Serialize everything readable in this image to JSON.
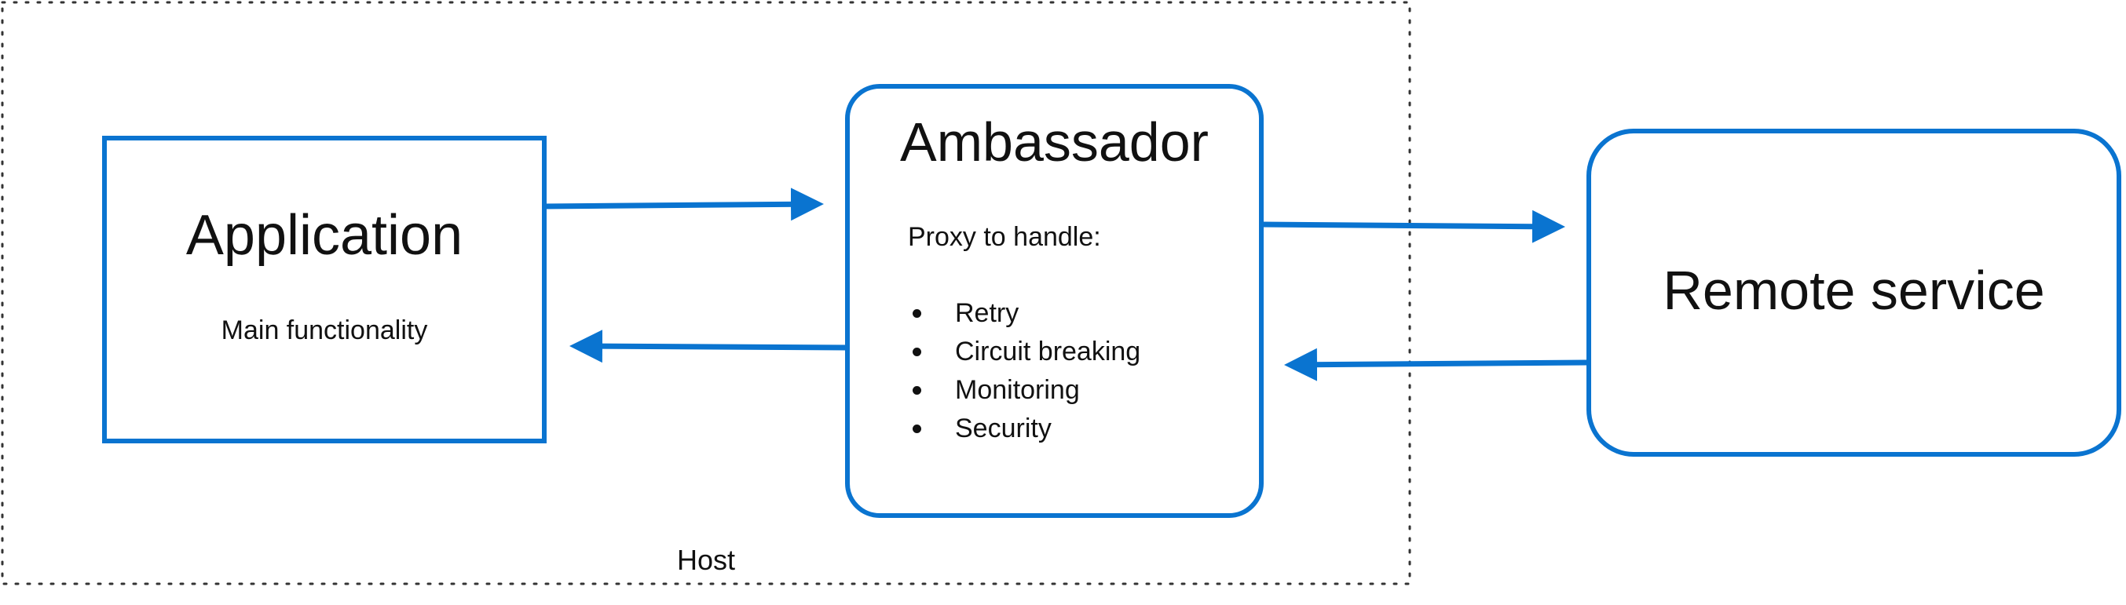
{
  "diagram": {
    "host": {
      "label": "Host"
    },
    "application": {
      "title": "Application",
      "subtitle": "Main functionality"
    },
    "ambassador": {
      "title": "Ambassador",
      "intro": "Proxy to handle:",
      "items": [
        "Retry",
        "Circuit breaking",
        "Monitoring",
        "Security"
      ]
    },
    "remote": {
      "title": "Remote service"
    },
    "colors": {
      "accent": "#0a74d0",
      "text": "#111111",
      "host_border": "#333333"
    }
  }
}
